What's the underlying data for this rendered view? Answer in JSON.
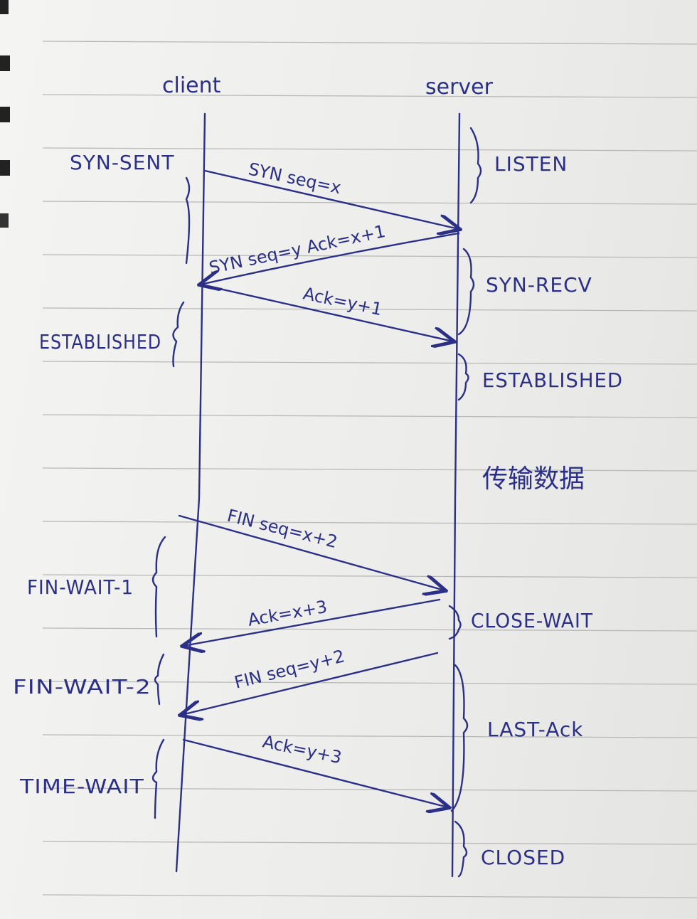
{
  "ink_color": "#2b2f86",
  "paper_color": "#f1f1ef",
  "columns": {
    "client": "client",
    "server": "server"
  },
  "messages": [
    {
      "label": "SYN seq=x",
      "direction": "client-to-server"
    },
    {
      "label": "SYN seq=y Ack=x+1",
      "direction": "server-to-client"
    },
    {
      "label": "Ack=y+1",
      "direction": "client-to-server"
    },
    {
      "label": "FIN seq=x+2",
      "direction": "client-to-server"
    },
    {
      "label": "Ack=x+3",
      "direction": "server-to-client"
    },
    {
      "label": "FIN seq=y+2",
      "direction": "server-to-client"
    },
    {
      "label": "Ack=y+3",
      "direction": "client-to-server"
    }
  ],
  "client_states": [
    "SYN-SENT",
    "ESTABLISHED",
    "FIN-WAIT-1",
    "FIN-WAIT-2",
    "TIME-WAIT"
  ],
  "server_states": [
    "LISTEN",
    "SYN-RECV",
    "ESTABLISHED",
    "CLOSE-WAIT",
    "LAST-Ack",
    "CLOSED"
  ],
  "data_transfer_note": "传输数据"
}
